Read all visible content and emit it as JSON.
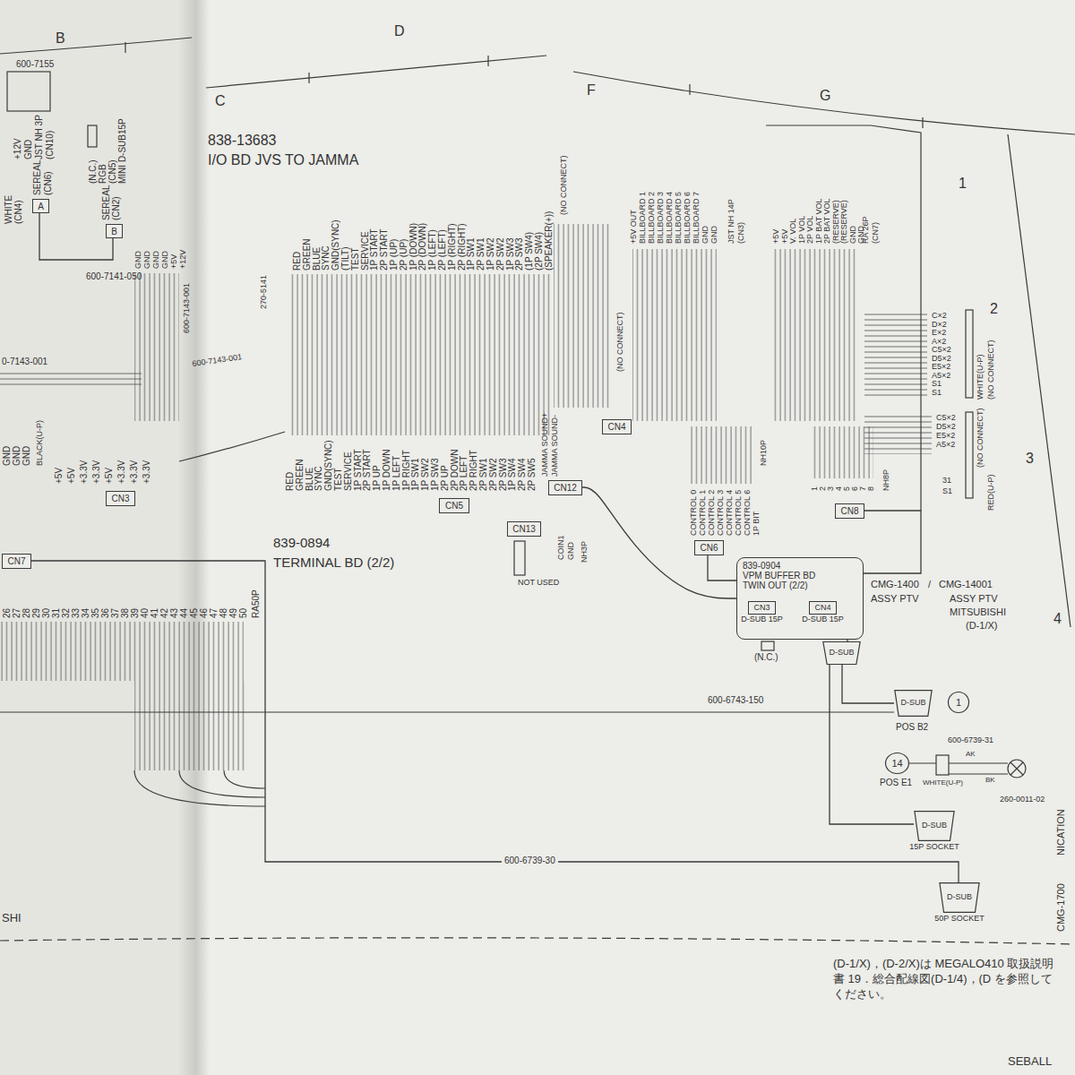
{
  "diagram": {
    "nodes": [
      {
        "text": [
          "CN5"
        ]
      },
      {
        "text": [
          "CN3"
        ]
      },
      {
        "text": [
          "CN7"
        ]
      },
      {
        "text": [
          "CN6"
        ]
      },
      {
        "text": [
          "CN8"
        ]
      },
      {
        "text": [
          "CN4"
        ]
      },
      {
        "text": [
          "CN12"
        ]
      },
      {
        "text": [
          "CN13"
        ]
      },
      {
        "text": [
          "839-0904",
          "VPM BUFFER BD TWIN OUT (2/2)"
        ]
      },
      {
        "text": [
          "CN3",
          "D-SUB 15P"
        ],
        "in": 8
      },
      {
        "text": [
          "CN4",
          "D-SUB 15P"
        ],
        "in": 8
      },
      {
        "text": [
          "D-SUB"
        ]
      },
      {
        "text": [
          "D-SUB"
        ]
      },
      {
        "text": [
          "1"
        ]
      },
      {
        "text": [
          "14"
        ]
      },
      {
        "text": [
          "D-SUB",
          "15P SOCKET"
        ]
      },
      {
        "text": [
          "D-SUB",
          "50P SOCKET"
        ]
      },
      {
        "text": [
          "A"
        ]
      },
      {
        "text": [
          "B"
        ]
      }
    ],
    "edges": [
      {
        "from": 3,
        "to": 8,
        "arrow": "none"
      },
      {
        "from": 4,
        "to": 8,
        "arrow": "none"
      },
      {
        "from": 6,
        "to": 8,
        "arrow": "none"
      },
      {
        "from": 10,
        "to": 11,
        "arrow": "none"
      },
      {
        "from": 11,
        "to": 12,
        "arrow": "none"
      },
      {
        "from": 11,
        "to": 15,
        "arrow": "none"
      },
      {
        "from": 2,
        "to": 16,
        "label": "600-6739-30",
        "arrow": "none"
      },
      {
        "from": 17,
        "to": 18,
        "arrow": "none"
      }
    ],
    "labels": [
      "B",
      "C",
      "D",
      "F",
      "G",
      "1",
      "2",
      "3",
      "4",
      "600-7155",
      "+12V",
      "GND",
      "JST NH 3P",
      "(CN10)",
      "WHITE",
      "(CN4)",
      "SEREAL",
      "(CN6)",
      "(N.C.)",
      "RGB",
      "(CN5)",
      "MINI D-SUB15P",
      "SEREAL",
      "(CN2)",
      "600-7141-050",
      "GND",
      "GND",
      "GND",
      "GND",
      "+5V",
      "+12V",
      "600-7143-001",
      "600-7143-001",
      "0-7143-001",
      "838-13683",
      "I/O BD JVS TO JAMMA",
      "270-5141",
      "RED",
      "GREEN",
      "BLUE",
      "SYNC",
      "GND(SYNC)",
      "(TILT)",
      "TEST",
      "SERVICE",
      "1P START",
      "2P START",
      "1P (UP)",
      "2P (UP)",
      "1P (DOWN)",
      "2P (DOWN)",
      "1P (LEFT)",
      "2P (LEFT)",
      "1P (RIGHT)",
      "2P (RIGHT)",
      "1P SW1",
      "2P SW1",
      "1P SW2",
      "2P SW2",
      "1P SW3",
      "2P SW3",
      "(1P SW4)",
      "(2P SW4)",
      "(SPEAKER(+))",
      "RED",
      "GREEN",
      "BLUE",
      "SYNC",
      "GND(SYNC)",
      "TEST",
      "SERVICE",
      "1P START",
      "2P START",
      "1P UP",
      "1P DOWN",
      "1P LEFT",
      "1P RIGHT",
      "1P SW1",
      "1P SW2",
      "1P SW3",
      "2P UP",
      "2P DOWN",
      "2P LEFT",
      "2P RIGHT",
      "2P SW1",
      "2P SW2",
      "2P SW3",
      "1P SW4",
      "2P SW4",
      "2P SW5",
      "839-0894",
      "TERMINAL BD (2/2)",
      "RA50P",
      "26",
      "27",
      "28",
      "29",
      "30",
      "31",
      "32",
      "33",
      "34",
      "35",
      "36",
      "37",
      "38",
      "39",
      "40",
      "41",
      "42",
      "43",
      "44",
      "45",
      "46",
      "47",
      "48",
      "49",
      "50",
      "GND",
      "GND",
      "GND",
      "BLACK(U-P)",
      "+5V",
      "+5V",
      "+3.3V",
      "+3.3V",
      "+5V",
      "+3.3V",
      "+3.3V",
      "+3.3V",
      "+5V OUT",
      "BILLBOARD 1",
      "BILLBOARD 2",
      "BILLBOARD 3",
      "BILLBOARD 4",
      "BILLBOARD 5",
      "BILLBOARD 6",
      "BILLBOARD 7",
      "GND",
      "GND",
      "JST NH 14P",
      "(CN3)",
      "+5V",
      "+5V",
      "V. VOL",
      "1P VOL",
      "2P VOL",
      "1P BAT VOL",
      "2P BAT VOL",
      "(RESERVE)",
      "(RESERVE)",
      "GND",
      "GND",
      "RA 26P",
      "(CN7)",
      "(NO CONNECT)",
      "(NO CONNECT)",
      "JAMMA SOUND+",
      "JAMMA SOUND-",
      "COIN1",
      "GND",
      "NH3P",
      "NOT USED",
      "NH10P",
      "CONTROL 0",
      "CONTROL 1",
      "CONTROL 2",
      "CONTROL 3",
      "CONTROL 4",
      "CONTROL 5",
      "CONTROL 6",
      "1P BIT",
      "1",
      "2",
      "3",
      "4",
      "5",
      "6",
      "7",
      "8",
      "NH8P",
      "C×2",
      "D×2",
      "E×2",
      "A×2",
      "C5×2",
      "D5×2",
      "E5×2",
      "A5×2",
      "S1",
      "S1",
      "WHITE(U-P)",
      "(NO CONNECT)",
      "C5×2",
      "D5×2",
      "E5×2",
      "A5×2",
      "(NO CONNECT)",
      "31",
      "S1",
      "RED(U-P)",
      "CMG-1400",
      "/",
      "CMG-14001",
      "ASSY PTV",
      "ASSY PTV",
      "MITSUBISHI",
      "(D-1/X)",
      "(N.C.)",
      "600-6743-150",
      "POS B2",
      "600-6739-31",
      "AK",
      "BK",
      "260-0011-02",
      "POS E1",
      "WHITE(U-P)",
      "NICATION",
      "CMG-1700",
      "SHI",
      "(D-1/X)，(D-2/X)は MEGALO410 取扱説明書 19．総合配線図(D-1/4)，(D を参照してください。",
      "SEBALL"
    ]
  }
}
